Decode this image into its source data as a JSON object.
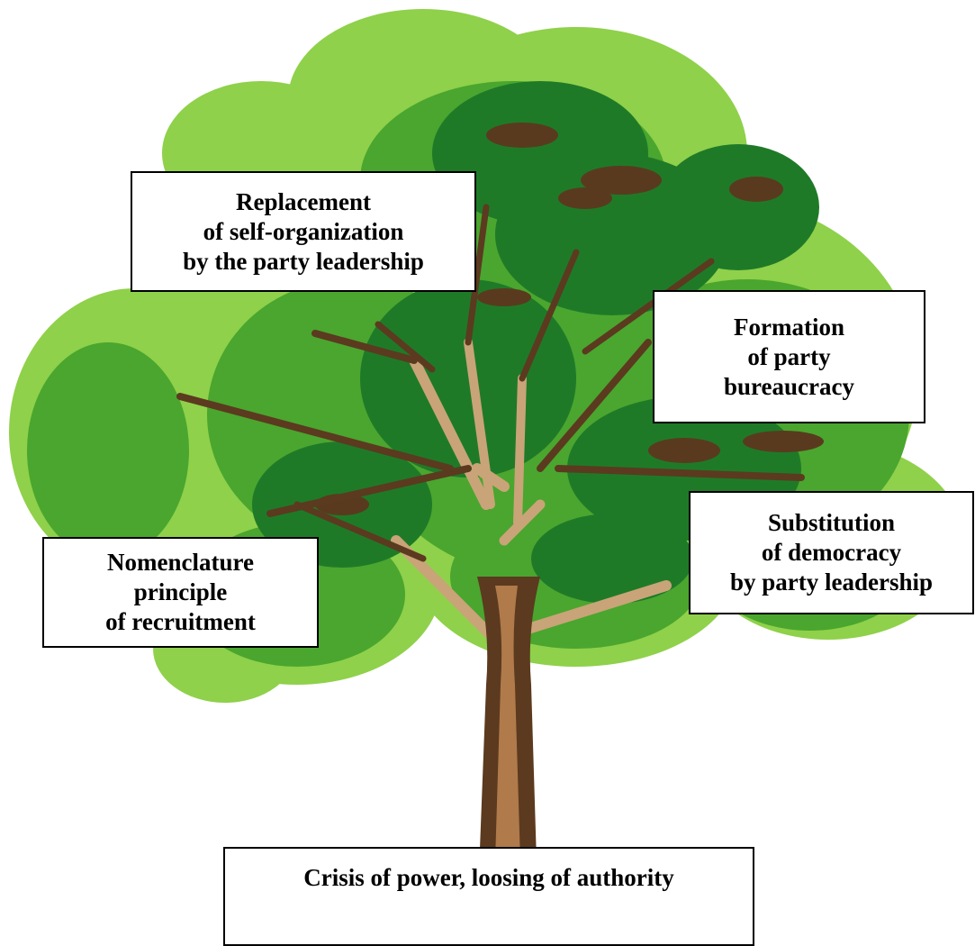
{
  "colors": {
    "leaf_light": "#8fd14a",
    "leaf_mid": "#4aa62e",
    "leaf_dark": "#1f7a28",
    "leaf_shadow": "#5a3a1e",
    "trunk_light": "#c9a478",
    "trunk_dark": "#5b3a1f",
    "box_border": "#000000"
  },
  "labels": {
    "replacement": "Replacement\nof self-organization\nby the party leadership",
    "formation": "Formation\nof party\nbureaucracy",
    "substitution": "Substitution\nof democracy\nby party leadership",
    "nomenclature": "Nomenclature\nprinciple\nof recruitment",
    "crisis": "Crisis of power, loosing of authority"
  }
}
